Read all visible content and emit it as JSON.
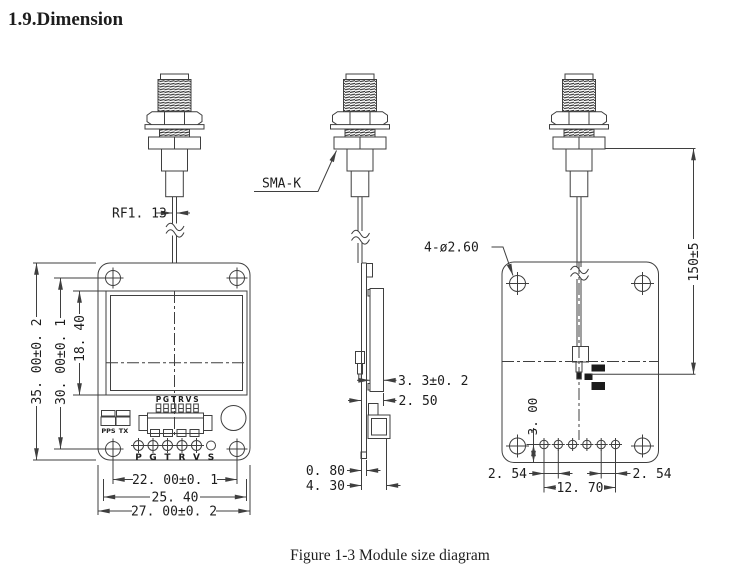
{
  "title": "1.9.Dimension",
  "caption": "Figure 1-3 Module size diagram",
  "front_view": {
    "dim_board_height": "35. 00±0. 2",
    "dim_hole_spacing_v": "30. 00±0. 1",
    "dim_antenna_height": "18. 40",
    "cable_label": "RF1. 13",
    "dim_hole_spacing_h": "22. 00±0. 1",
    "dim_width_inner": "25. 40",
    "dim_board_width": "27. 00±0. 2",
    "led_label_pps": "PPS",
    "led_label_tx": "TX",
    "header_labels": [
      "P",
      "G",
      "T",
      "R",
      "V",
      "S"
    ],
    "pad_labels": [
      "P",
      "G",
      "T",
      "R",
      "V",
      "S"
    ]
  },
  "side_view": {
    "connector_label": "SMA-K",
    "dim_patch_thickness": "3. 3±0. 2",
    "dim_patch_offset": "2. 50",
    "dim_pcb_thickness": "0. 80",
    "dim_total_depth": "4. 30"
  },
  "back_view": {
    "holes_label": "4-ø2.60",
    "dim_cable_length": "150±5",
    "dim_pad_edge": "3. 00",
    "dim_pitch_left": "2. 54",
    "dim_pitch_right": "2. 54",
    "dim_row_width": "12. 70"
  },
  "colors": {
    "line": "#3f3f3f",
    "text": "#1d1d1d"
  }
}
